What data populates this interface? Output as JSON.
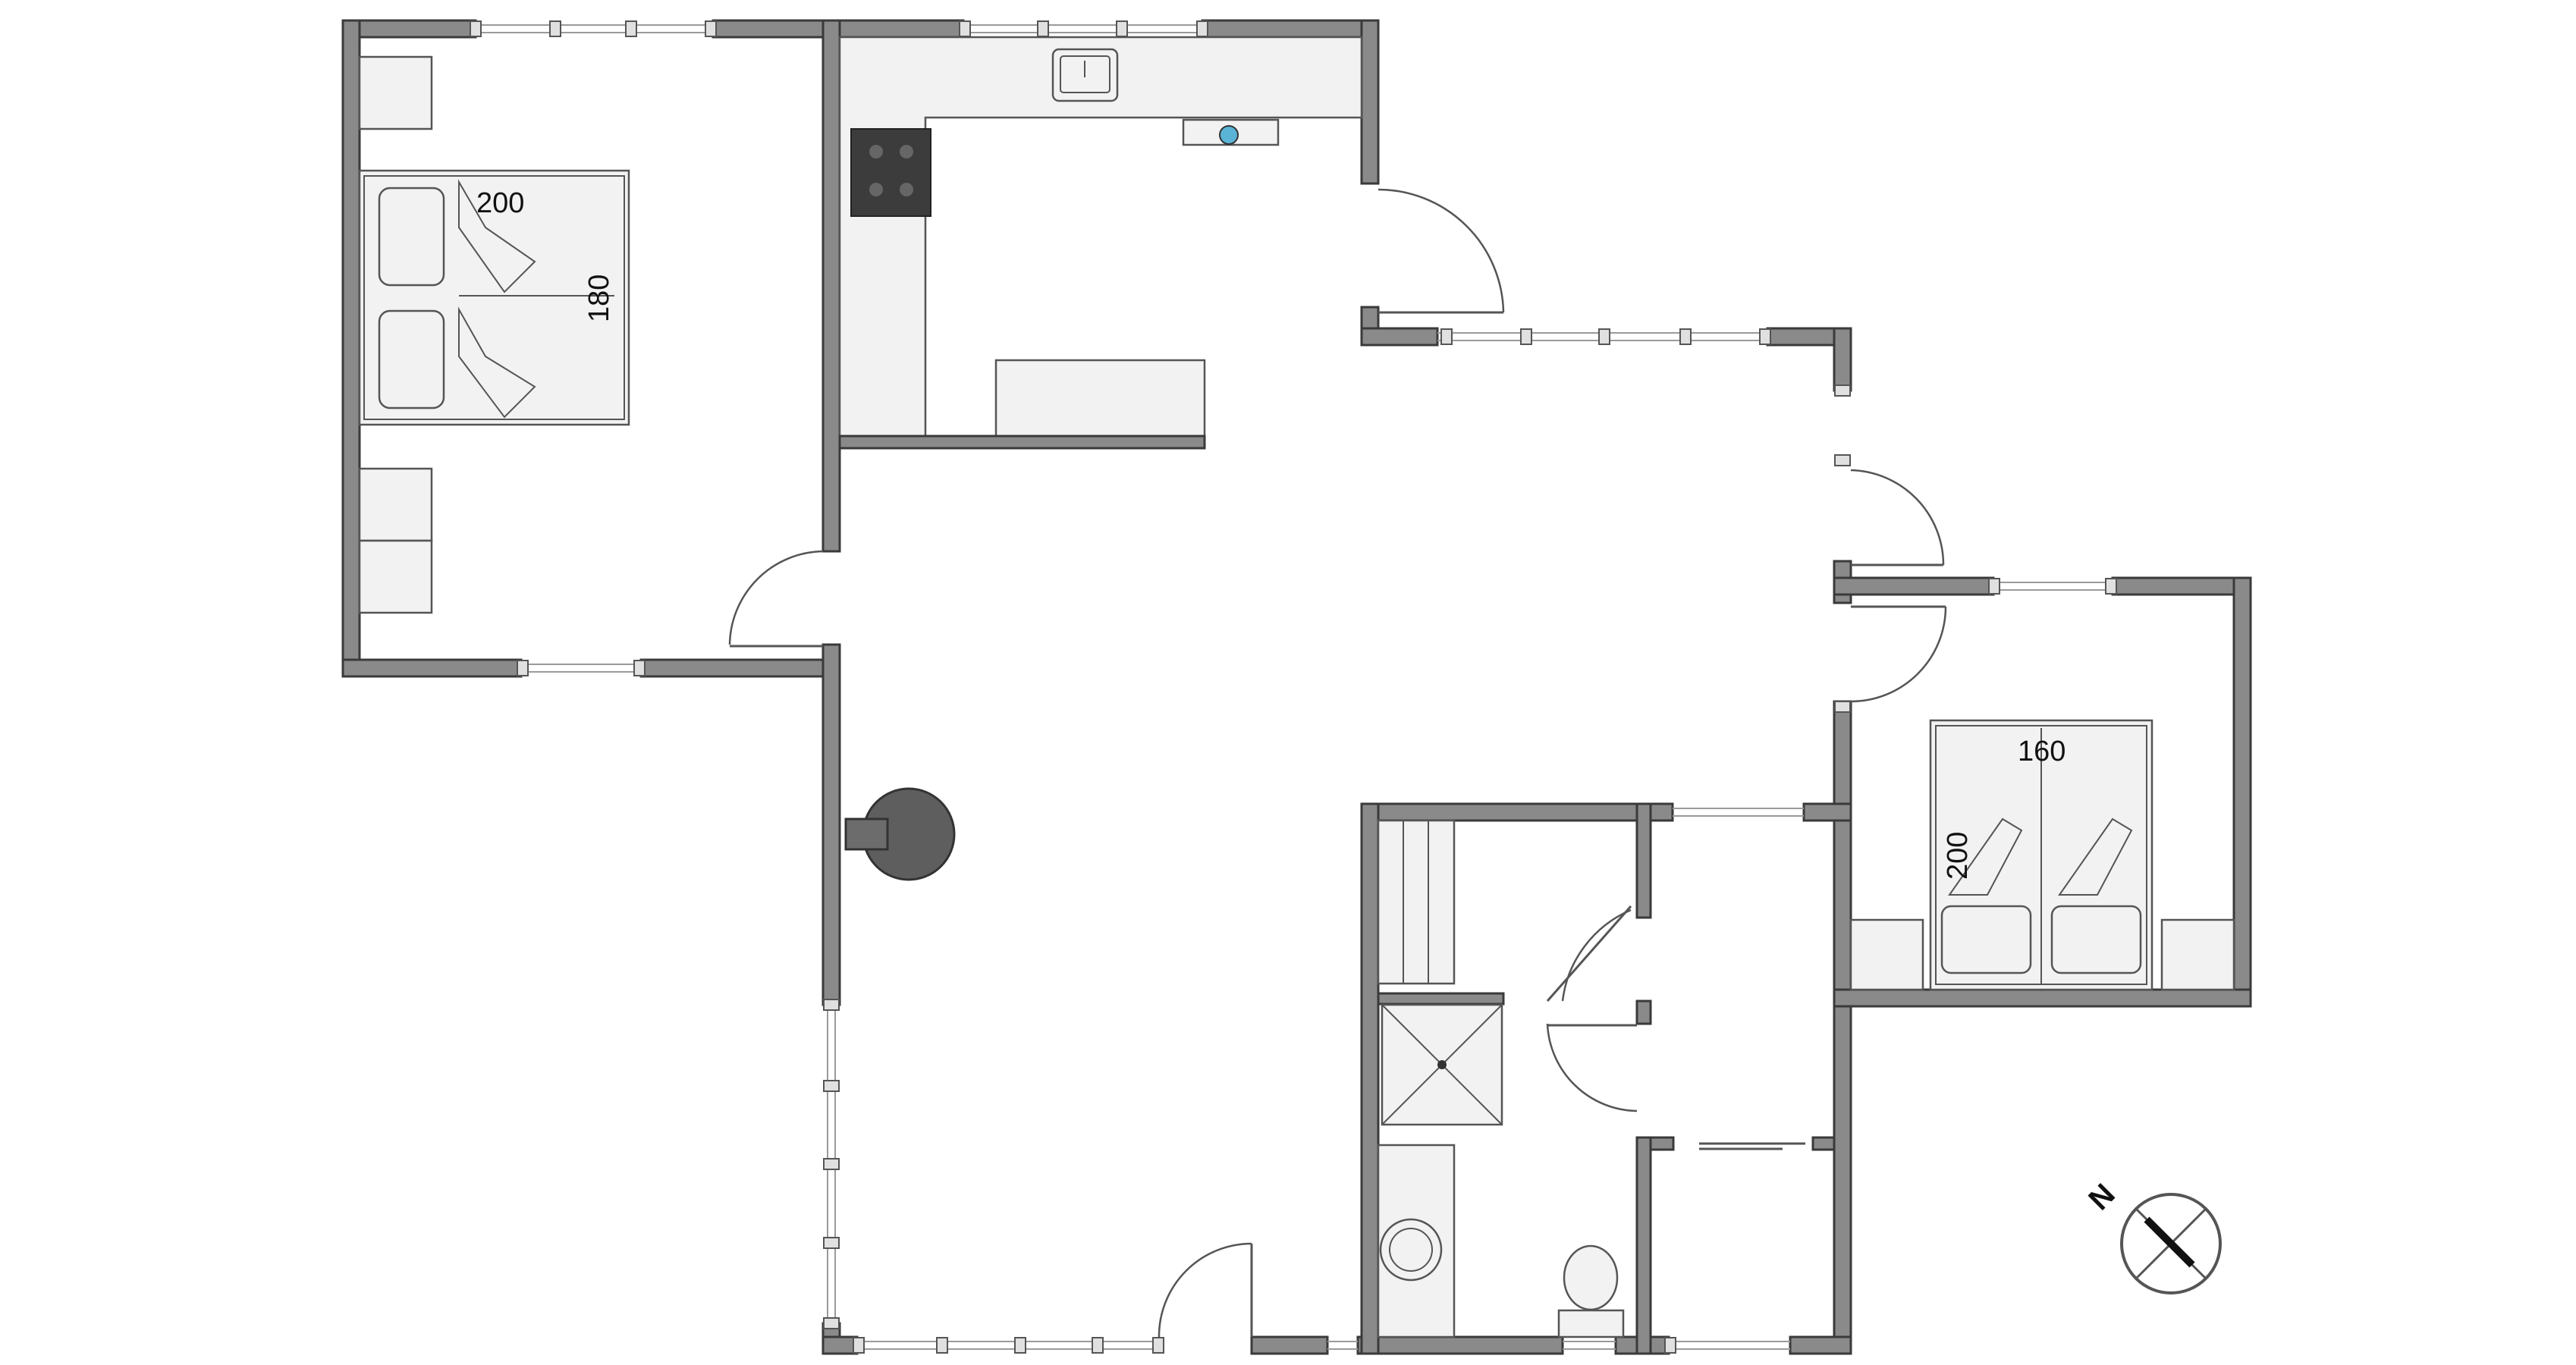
{
  "plan": {
    "beds": [
      {
        "name": "bed-bedroom-1",
        "length_label": "200",
        "width_label": "180"
      },
      {
        "name": "bed-bedroom-2",
        "length_label": "200",
        "width_label": "160"
      }
    ],
    "compass": {
      "north_label": "N"
    },
    "colors": {
      "wall": "#8a8a8a",
      "furniture": "#f2f2f2",
      "line": "#555555",
      "stove": "#3c3c3c"
    }
  }
}
